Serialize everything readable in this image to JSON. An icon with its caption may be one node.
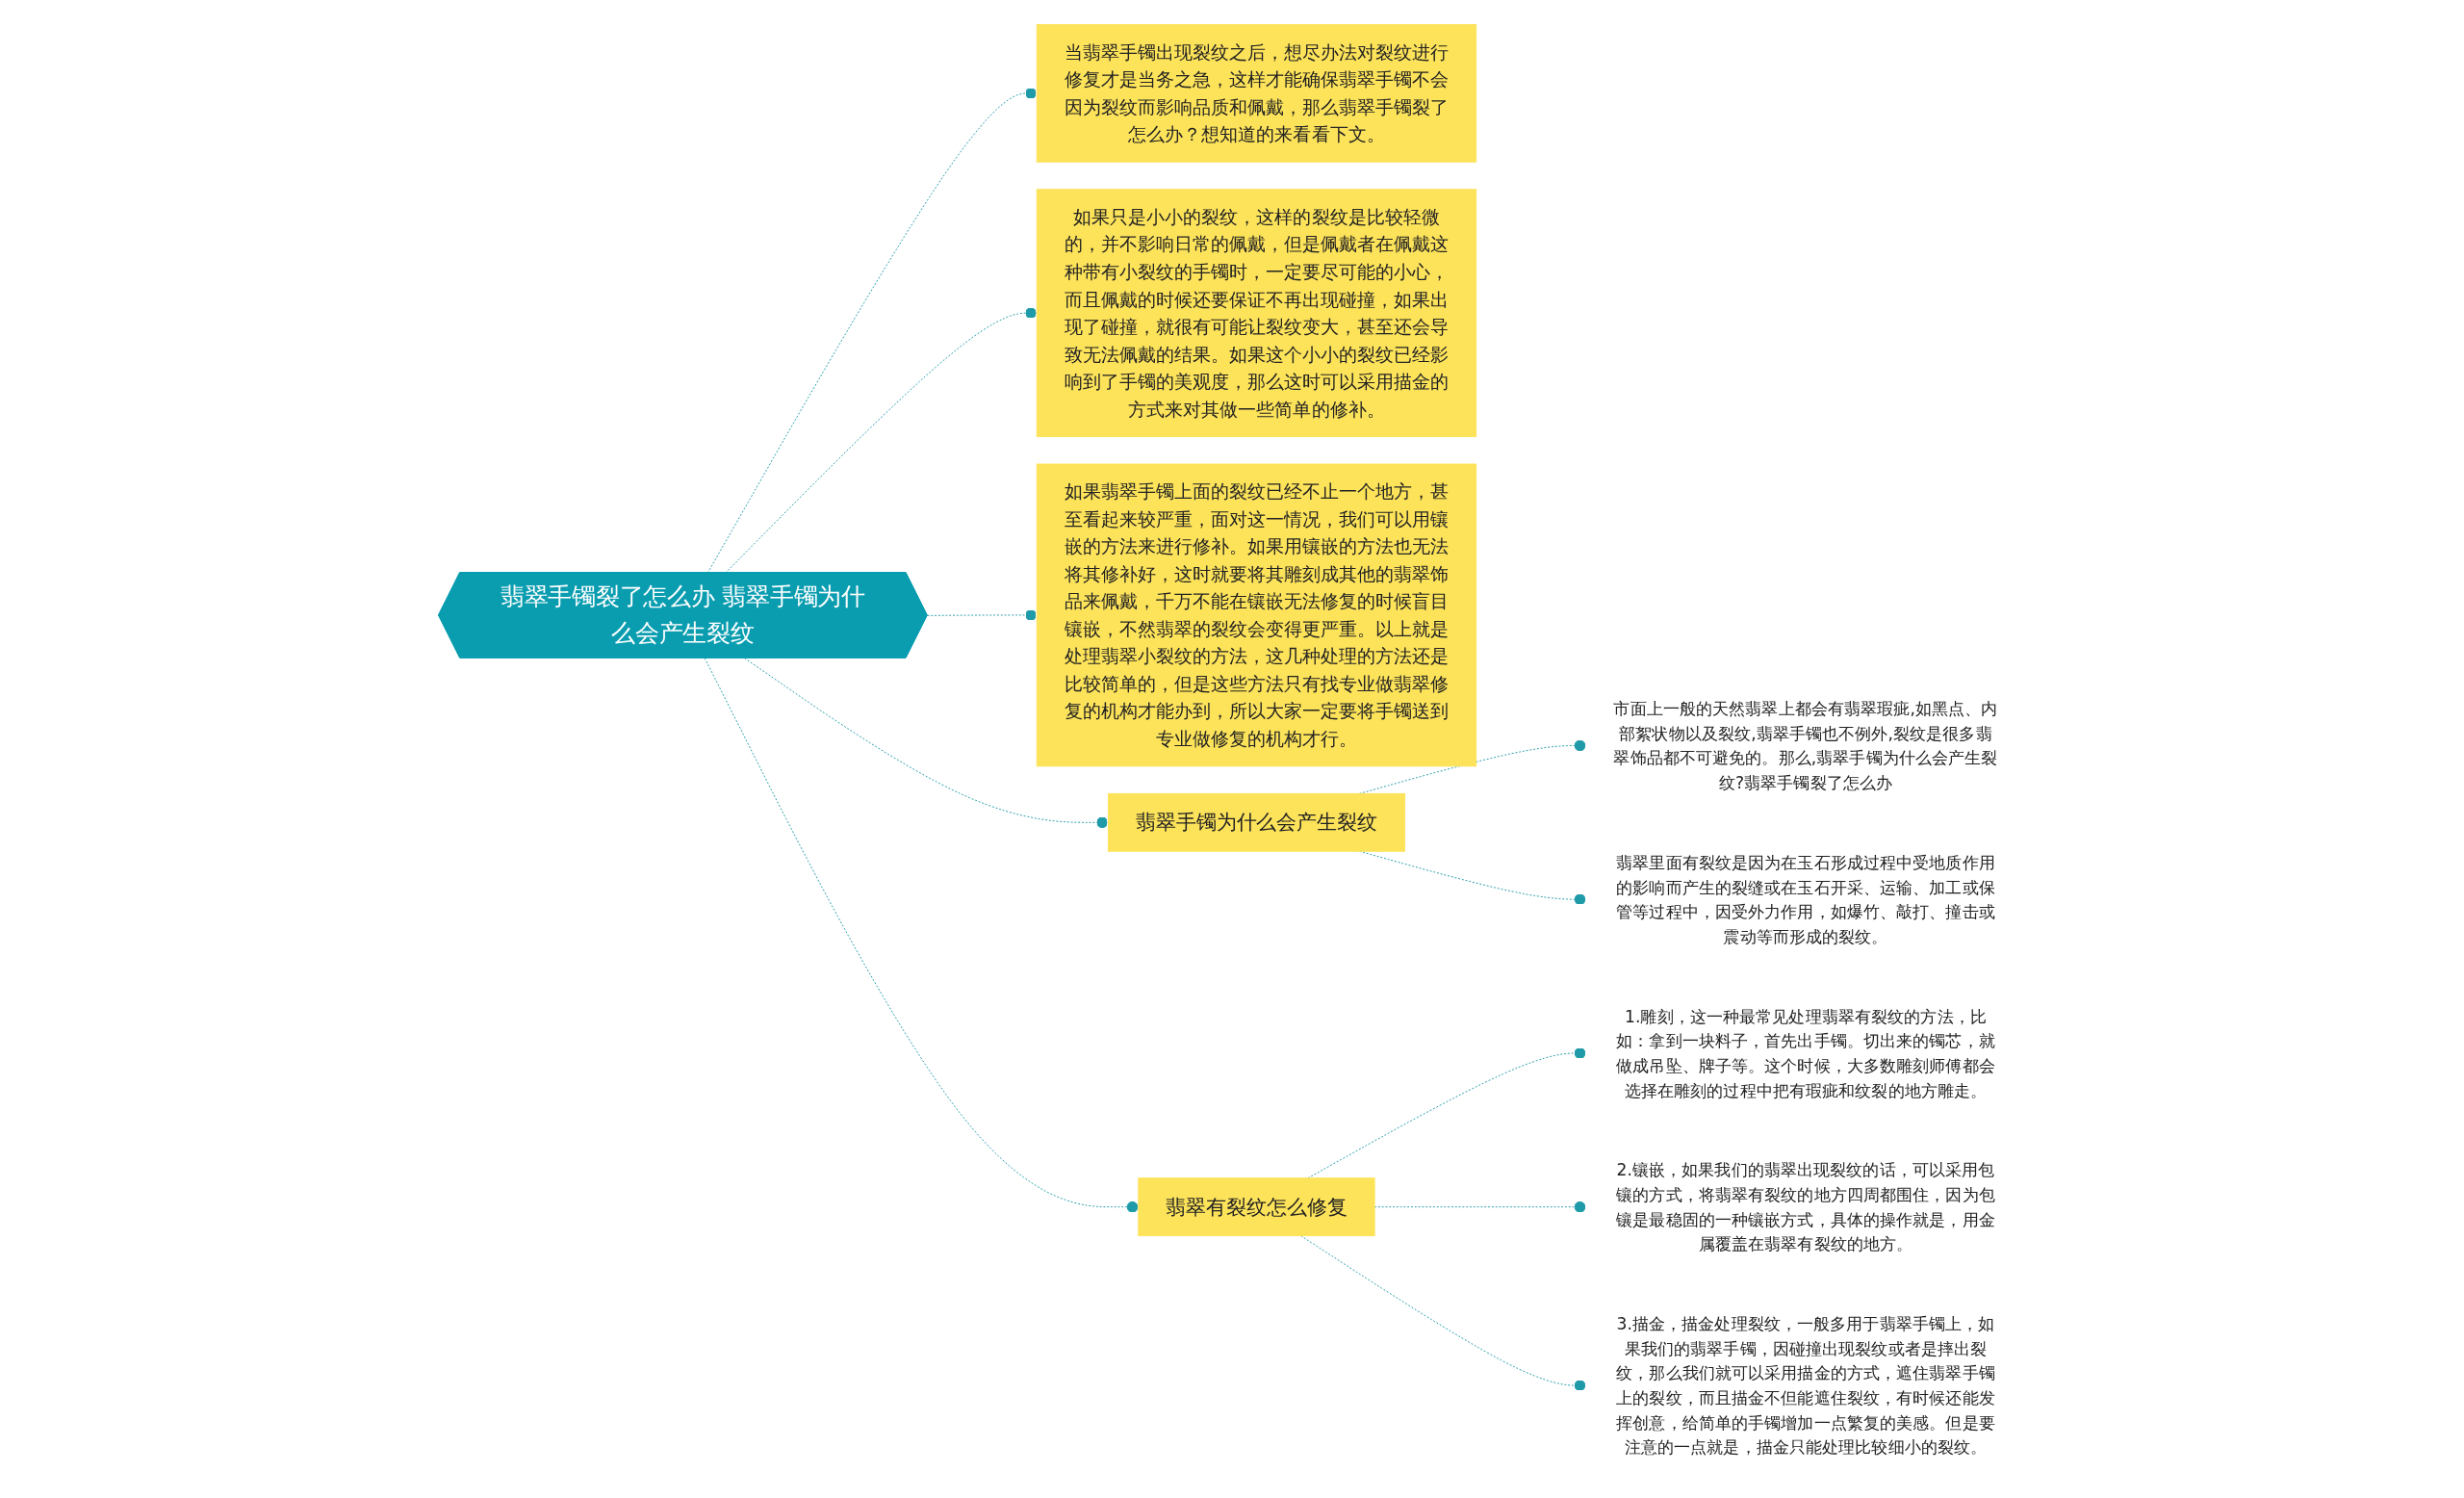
{
  "diagram": {
    "nodes": [
      {
        "text": [
          "翡翠手镯裂了怎么办 翡翠手镯为什么会产生裂纹"
        ]
      },
      {
        "text": [
          "当翡翠手镯出现裂纹之后，想尽办法对裂纹进行修复才是当务之急，这样才能确保翡翠手镯不会因为裂纹而影响品质和佩戴，那么翡翠手镯裂了怎么办？想知道的来看看下文。"
        ]
      },
      {
        "text": [
          "如果只是小小的裂纹，这样的裂纹是比较轻微的，并不影响日常的佩戴，但是佩戴者在佩戴这种带有小裂纹的手镯时，一定要尽可能的小心，而且佩戴的时候还要保证不再出现碰撞，如果出现了碰撞，就很有可能让裂纹变大，甚至还会导致无法佩戴的结果。如果这个小小的裂纹已经影响到了手镯的美观度，那么这时可以采用描金的方式来对其做一些简单的修补。"
        ]
      },
      {
        "text": [
          "如果翡翠手镯上面的裂纹已经不止一个地方，甚至看起来较严重，面对这一情况，我们可以用镶嵌的方法来进行修补。如果用镶嵌的方法也无法将其修补好，这时就要将其雕刻成其他的翡翠饰品来佩戴，千万不能在镶嵌无法修复的时候盲目镶嵌，不然翡翠的裂纹会变得更严重。以上就是处理翡翠小裂纹的方法，这几种处理的方法还是比较简单的，但是这些方法只有找专业做翡翠修复的机构才能办到，所以大家一定要将手镯送到专业做修复的机构才行。"
        ]
      },
      {
        "text": [
          "翡翠手镯为什么会产生裂纹"
        ]
      },
      {
        "text": [
          "市面上一般的天然翡翠上都会有翡翠瑕疵,如黑点、内部絮状物以及裂纹,翡翠手镯也不例外,裂纹是很多翡翠饰品都不可避免的。那么,翡翠手镯为什么会产生裂纹?翡翠手镯裂了怎么办"
        ]
      },
      {
        "text": [
          "翡翠里面有裂纹是因为在玉石形成过程中受地质作用的影响而产生的裂缝或在玉石开采、运输、加工或保管等过程中，因受外力作用，如爆竹、敲打、撞击或震动等而形成的裂纹。"
        ]
      },
      {
        "text": [
          "翡翠有裂纹怎么修复"
        ]
      },
      {
        "text": [
          "1.雕刻，这一种最常见处理翡翠有裂纹的方法，比如：拿到一块料子，首先出手镯。切出来的镯芯，就做成吊坠、牌子等。这个时候，大多数雕刻师傅都会选择在雕刻的过程中把有瑕疵和纹裂的地方雕走。"
        ]
      },
      {
        "text": [
          "2.镶嵌，如果我们的翡翠出现裂纹的话，可以采用包镶的方式，将翡翠有裂纹的地方四周都围住，因为包镶是最稳固的一种镶嵌方式，具体的操作就是，用金属覆盖在翡翠有裂纹的地方。"
        ]
      },
      {
        "text": [
          "3.描金，描金处理裂纹，一般多用于翡翠手镯上，如果我们的翡翠手镯，因碰撞出现裂纹或者是摔出裂纹，那么我们就可以采用描金的方式，遮住翡翠手镯上的裂纹，而且描金不但能遮住裂纹，有时候还能发挥创意，给简单的手镯增加一点繁复的美感。但是要注意的一点就是，描金只能处理比较细小的裂纹。"
        ]
      }
    ],
    "edges": [
      {
        "from": 0,
        "to": 1,
        "arrow": "other",
        "style": "dashed"
      },
      {
        "from": 0,
        "to": 2,
        "arrow": "other",
        "style": "dashed"
      },
      {
        "from": 0,
        "to": 3,
        "arrow": "other",
        "style": "dashed"
      },
      {
        "from": 0,
        "to": 4,
        "arrow": "other",
        "style": "dashed"
      },
      {
        "from": 4,
        "to": 5,
        "arrow": "other",
        "style": "dashed"
      },
      {
        "from": 4,
        "to": 6,
        "arrow": "other",
        "style": "dashed"
      },
      {
        "from": 0,
        "to": 7,
        "arrow": "other",
        "style": "dashed"
      },
      {
        "from": 7,
        "to": 8,
        "arrow": "other",
        "style": "dashed"
      },
      {
        "from": 7,
        "to": 9,
        "arrow": "other",
        "style": "dashed"
      },
      {
        "from": 7,
        "to": 10,
        "arrow": "other",
        "style": "dashed"
      }
    ]
  }
}
